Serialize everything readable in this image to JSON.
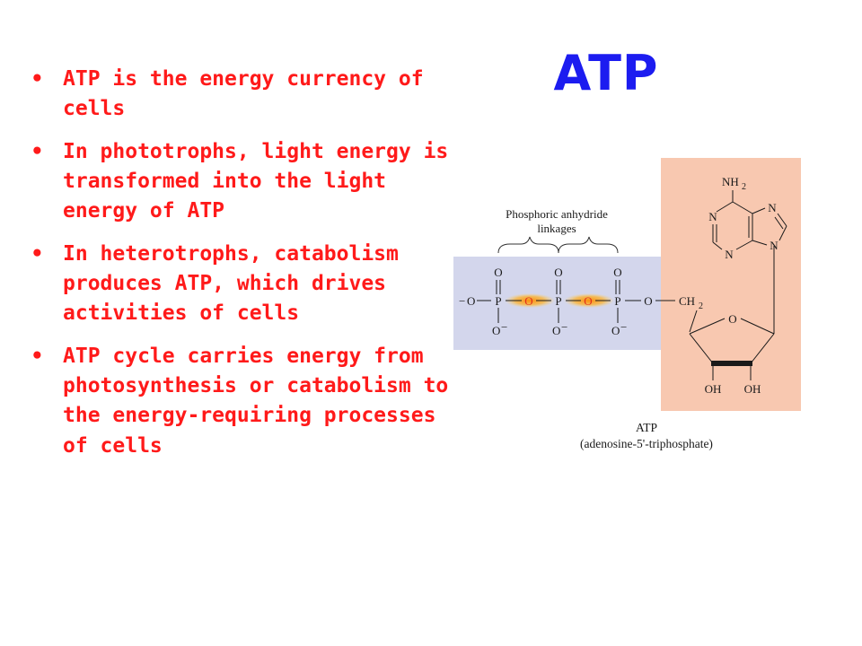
{
  "slide": {
    "title": "ATP",
    "bullets": [
      "ATP is the energy currency of cells",
      "In phototrophs, light energy is transformed into the light energy of ATP",
      "In heterotrophs, catabolism produces ATP, which drives activities of cells",
      "ATP cycle carries energy from photosynthesis or catabolism to the energy-requiring processes of cells"
    ],
    "bullet_glyph": "•"
  },
  "diagram": {
    "bracket_label_line1": "Phosphoric anhydride",
    "bracket_label_line2": "linkages",
    "caption_line1": "ATP",
    "caption_line2": "(adenosine-5'-triphosphate)",
    "atoms": {
      "oxygen": "O",
      "phosphorus": "P",
      "nitrogen": "N",
      "amino": "NH",
      "amino_sub": "2",
      "methylene": "CH",
      "methylene_sub": "2",
      "hydroxyl": "OH",
      "minus": "−"
    },
    "colors": {
      "phosphate_panel": "#d3d6ec",
      "adenosine_panel": "#f8c8b0",
      "linkage_glow": "#ffb020",
      "linkage_atom": "#e0301e"
    }
  }
}
